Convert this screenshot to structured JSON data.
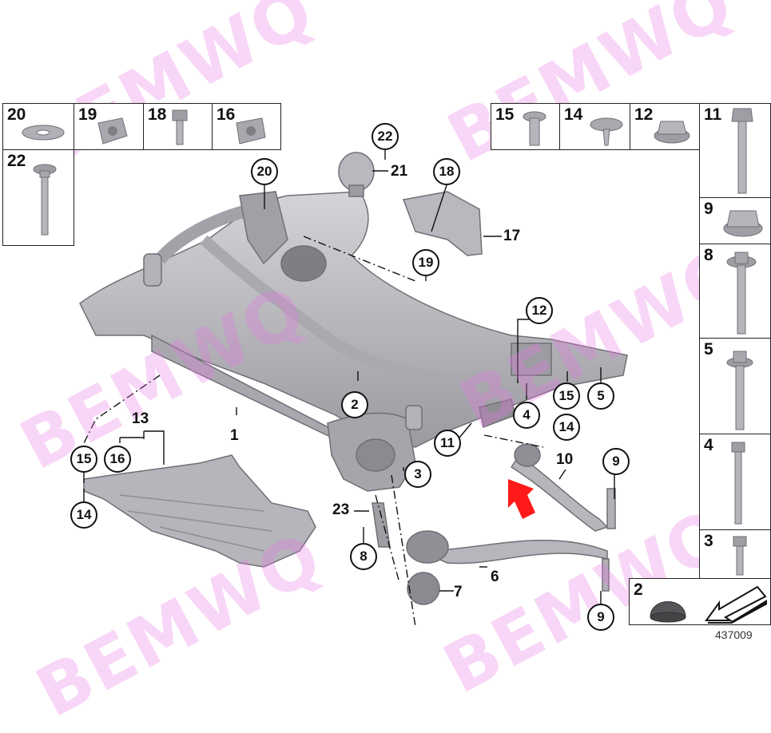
{
  "colors": {
    "part_fill": "#b8b8bc",
    "part_dark": "#7e7e84",
    "line": "#111111",
    "watermark": "#e878e6",
    "arrow": "#ff1a1a"
  },
  "watermark_text": "BEMWQ",
  "diagram_id": "437009",
  "legend_left": [
    {
      "num": "20",
      "icon": "washer-icon"
    },
    {
      "num": "19",
      "icon": "clip-nut-icon"
    },
    {
      "num": "18",
      "icon": "hex-bolt-icon"
    },
    {
      "num": "16",
      "icon": "clip-nut-icon"
    },
    {
      "num": "22",
      "icon": "long-bolt-icon"
    }
  ],
  "legend_right_top": [
    {
      "num": "15",
      "icon": "expansion-rivet-icon"
    },
    {
      "num": "14",
      "icon": "push-rivet-icon"
    },
    {
      "num": "12",
      "icon": "flange-nut-icon"
    }
  ],
  "legend_right_column": [
    {
      "num": "11",
      "icon": "long-bolt-icon"
    },
    {
      "num": "9",
      "icon": "flange-nut-icon"
    },
    {
      "num": "8",
      "icon": "long-bolt-icon"
    },
    {
      "num": "5",
      "icon": "long-bolt-icon"
    },
    {
      "num": "4",
      "icon": "long-bolt-icon"
    },
    {
      "num": "3",
      "icon": "short-bolt-icon"
    }
  ],
  "legend_bottom": {
    "num": "2",
    "icon": "bump-stop-icon"
  },
  "callouts": {
    "c22": "22",
    "c21": "21",
    "c20": "20",
    "c18": "18",
    "c17": "17",
    "c19": "19",
    "c12": "12",
    "c2": "2",
    "c15a": "15",
    "c5": "5",
    "c4": "4",
    "c14a": "14",
    "c13": "13",
    "c1": "1",
    "c11": "11",
    "c10": "10",
    "c9a": "9",
    "c15b": "15",
    "c16": "16",
    "c3": "3",
    "c14b": "14",
    "c23": "23",
    "c8": "8",
    "c6": "6",
    "c7": "7",
    "c9b": "9"
  }
}
